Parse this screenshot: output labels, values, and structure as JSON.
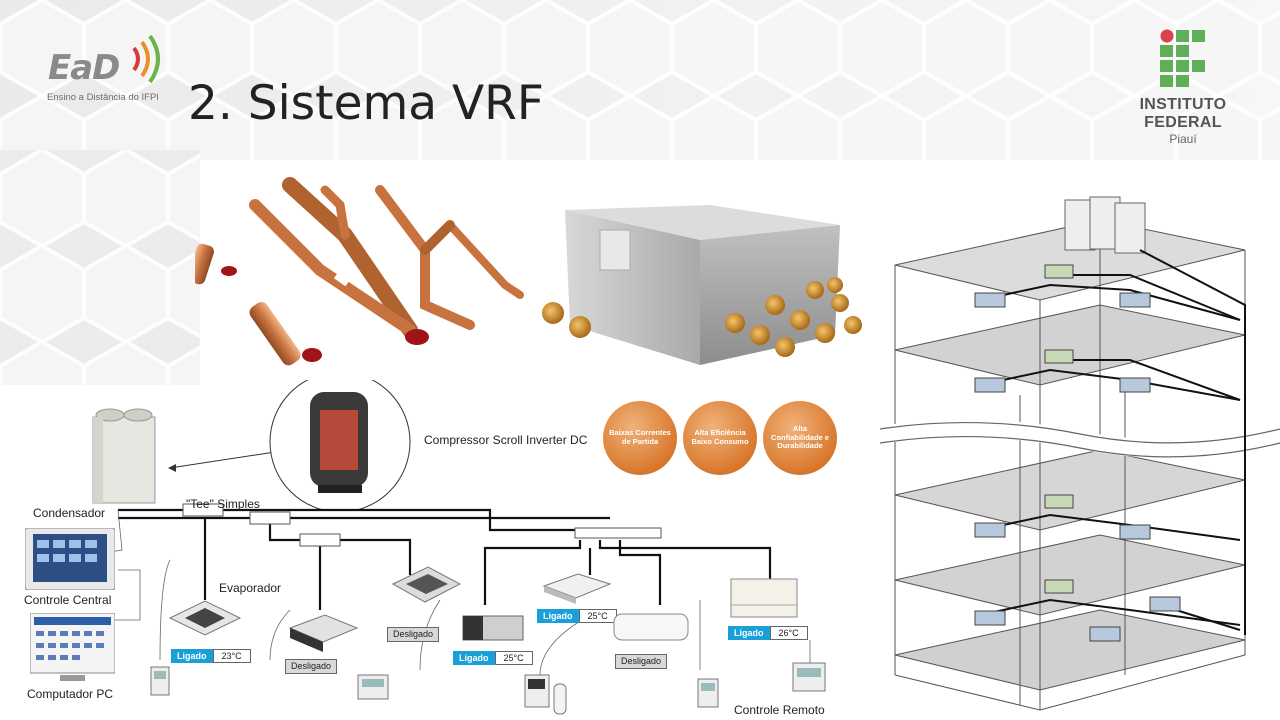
{
  "slide": {
    "title": "2. Sistema VRF",
    "logo_left": {
      "name": "EaD",
      "tagline": "Ensino a Distância do IFPI"
    },
    "logo_right": {
      "line1": "INSTITUTO",
      "line2": "FEDERAL",
      "line3": "Piauí"
    }
  },
  "diagram": {
    "compressor_label": "Compressor Scroll Inverter DC",
    "tee_label": "\"Tee\" Simples",
    "condensador": "Condensador",
    "controle_central": "Controle Central",
    "computador": "Computador PC",
    "evaporador": "Evaporador",
    "controle_remoto": "Controle Remoto",
    "status_on": "Ligado",
    "status_off": "Desligado",
    "units": [
      {
        "temp": "23°C"
      },
      {
        "temp": "25°C"
      },
      {
        "temp": "25°C"
      },
      {
        "temp": "26°C"
      }
    ],
    "benefits": [
      "Baixas Correntes de Partida",
      "Alta Eficiência Baixo Consumo",
      "Alta Confiabilidade e Durabilidade"
    ]
  },
  "colors": {
    "copper": "#c8733f",
    "orange_badge": "#d9782d",
    "on_blue": "#1aa0d8",
    "if_green": "#5fae5a",
    "if_red": "#d9434a"
  }
}
